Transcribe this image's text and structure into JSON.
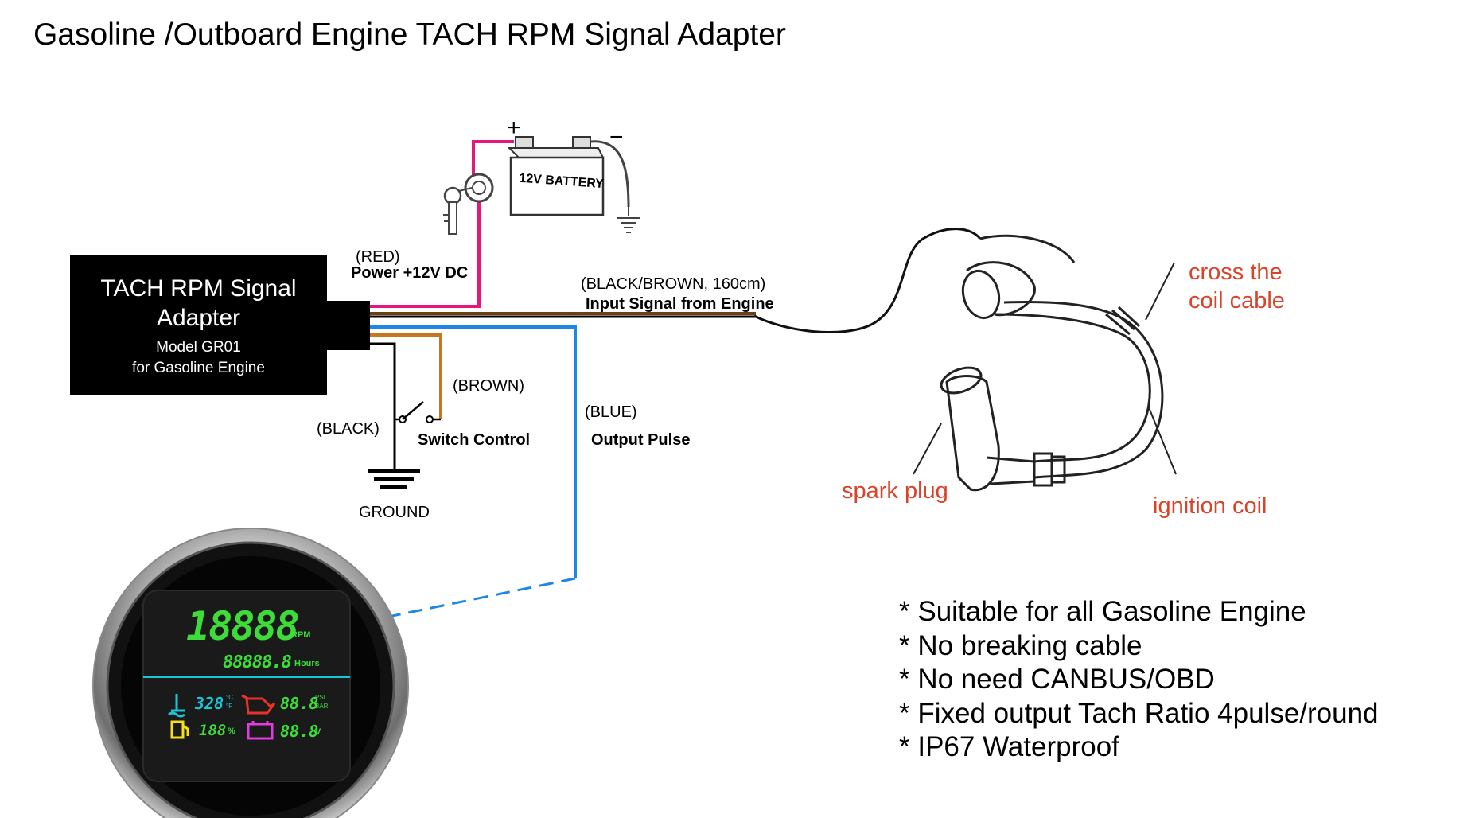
{
  "title": "Gasoline /Outboard Engine TACH RPM Signal Adapter",
  "adapter": {
    "line1": "TACH RPM Signal",
    "line2": "Adapter",
    "model": "Model GR01",
    "engine": "for Gasoline Engine"
  },
  "battery": {
    "label": "12V BATTERY",
    "plus": "+",
    "minus": "−"
  },
  "wires": {
    "red": {
      "color_label": "(RED)",
      "function": "Power +12V DC",
      "color": "#e4177e"
    },
    "black_brown": {
      "color_label": "(BLACK/BROWN, 160cm)",
      "function": "Input Signal from Engine",
      "color": "#6b3f10"
    },
    "brown": {
      "color_label": "(BROWN)",
      "function": "Switch Control",
      "color": "#c8771f"
    },
    "black": {
      "color_label": "(BLACK)",
      "ground": "GROUND",
      "color": "#000000"
    },
    "blue": {
      "color_label": "(BLUE)",
      "function": "Output Pulse",
      "color": "#1e86e6"
    }
  },
  "engine_labels": {
    "cross": "cross the",
    "coil_cable": "coil cable",
    "spark_plug": "spark plug",
    "ignition_coil": "ignition coil"
  },
  "gauge": {
    "rpm_value": "18888",
    "rpm_unit": "RPM",
    "hours_value": "88888.8",
    "hours_unit": "Hours",
    "temp_value": "328",
    "temp_unit_c": "°C",
    "temp_unit_f": "°F",
    "oil_value": "88.8",
    "oil_unit_psi": "PSI",
    "oil_unit_bar": "BAR",
    "fuel_value": "188",
    "fuel_unit": "%",
    "volt_value": "88.8",
    "volt_unit": "V",
    "colors": {
      "green": "#3ddc3a",
      "cyan": "#19c6d8",
      "yellow": "#f3e01a",
      "magenta": "#e23ce0",
      "red": "#e8332a"
    }
  },
  "features": [
    "* Suitable for all Gasoline Engine",
    "* No breaking cable",
    "* No need CANBUS/OBD",
    "* Fixed output Tach Ratio 4pulse/round",
    "* IP67 Waterproof"
  ]
}
